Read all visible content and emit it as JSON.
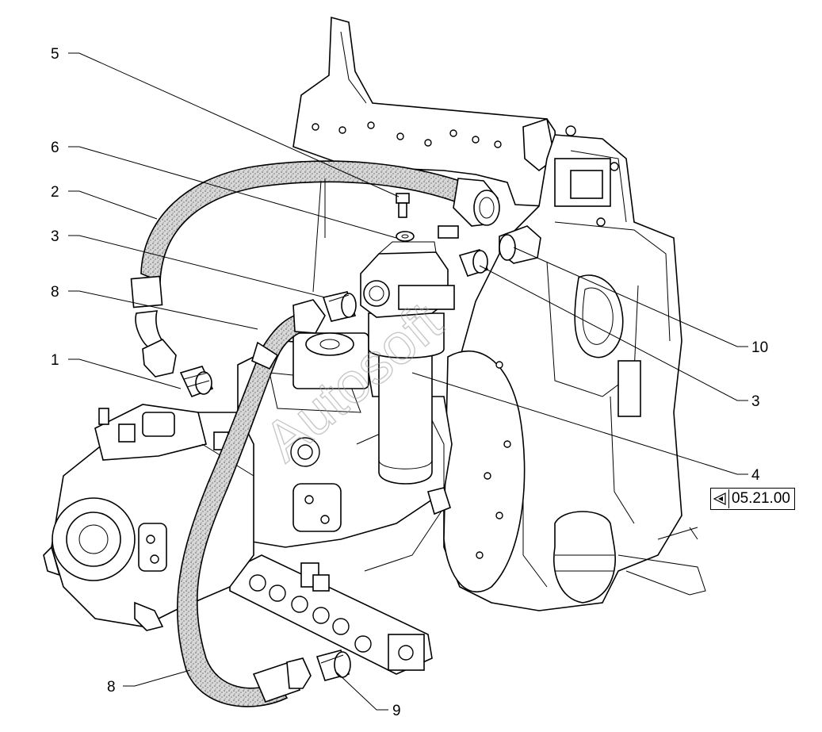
{
  "callouts": {
    "c5": "5",
    "c6": "6",
    "c2": "2",
    "c3a": "3",
    "c8a": "8",
    "c1": "1",
    "c10": "10",
    "c3b": "3",
    "c4": "4",
    "c8b": "8",
    "c9": "9"
  },
  "reference": {
    "icon": "arrow-left-icon",
    "code": "05.21.00"
  },
  "watermark": "Autosoft",
  "colors": {
    "line": "#000000",
    "background": "#ffffff",
    "hose_texture": "#888888"
  }
}
